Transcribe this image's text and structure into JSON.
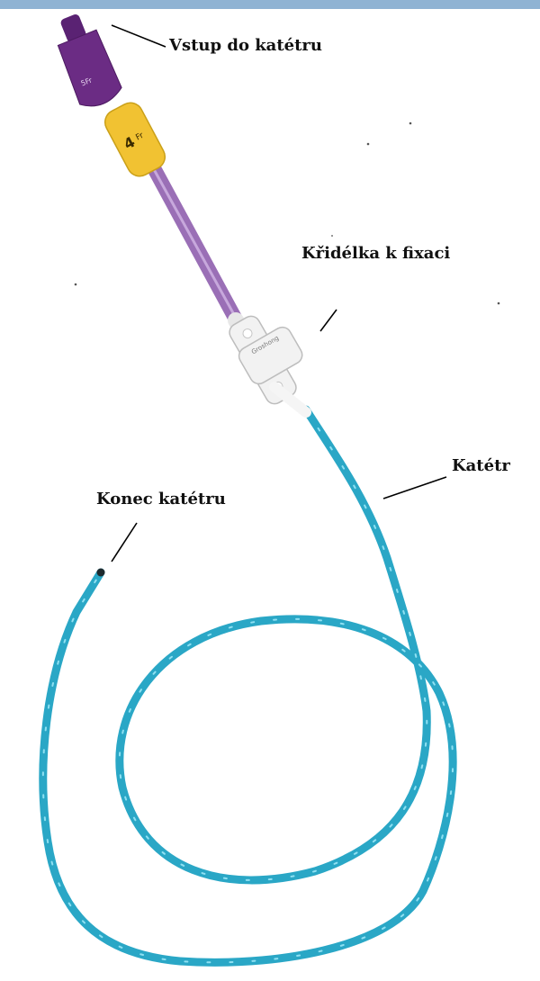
{
  "labels": {
    "catheter_entry": "Vstup do katétru",
    "fixation_wings": "Křidélka k fixaci",
    "catheter": "Katétr",
    "catheter_tip": "Konec katétru"
  },
  "device_markings": {
    "hub_size": "4",
    "hub_unit": "Fr",
    "hub_sub": "5Fr",
    "wing_mark": "Groshong"
  },
  "colors": {
    "top_band": "#8fb3d3",
    "purple_hub": "#6b2c84",
    "yellow_clamp": "#f1c232",
    "purple_tube": "#9a6fb6",
    "white_wing": "#f2f2f2",
    "blue_catheter": "#2aa7c6",
    "label_text": "#111111",
    "leader_line": "#000000"
  }
}
